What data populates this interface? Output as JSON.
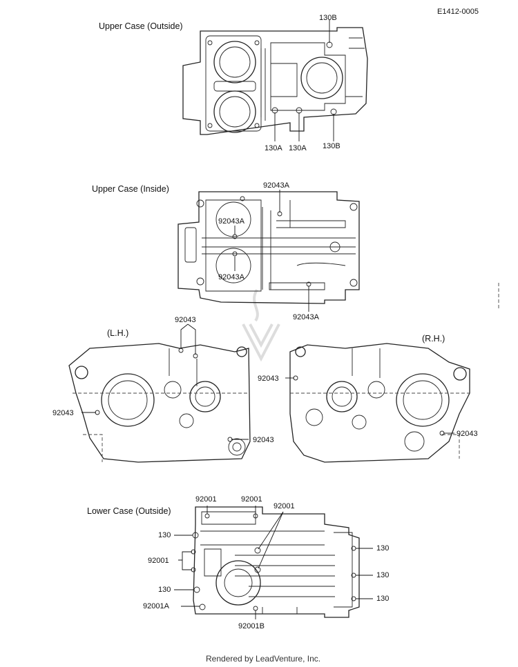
{
  "diagram_code": "E1412-0005",
  "sections": {
    "upper_outside": {
      "title": "Upper Case (Outside)"
    },
    "upper_inside": {
      "title": "Upper Case (Inside)"
    },
    "left_hand": {
      "title": "(L.H.)"
    },
    "right_hand": {
      "title": "(R.H.)"
    },
    "lower_outside": {
      "title": "Lower Case (Outside)"
    }
  },
  "callouts": {
    "uo_130b_top": "130B",
    "uo_130a_1": "130A",
    "uo_130a_2": "130A",
    "uo_130b_bottom": "130B",
    "ui_92043a_top": "92043A",
    "ui_92043a_mid1": "92043A",
    "ui_92043a_mid2": "92043A",
    "ui_92043a_bottom": "92043A",
    "lh_92043_top": "92043",
    "lh_92043_left": "92043",
    "lh_92043_bottom": "92043",
    "rh_92043_left": "92043",
    "rh_92043_right": "92043",
    "lo_92001_1": "92001",
    "lo_92001_2": "92001",
    "lo_92001_3": "92001",
    "lo_130_left_top": "130",
    "lo_92001_left": "92001",
    "lo_130_left_bottom": "130",
    "lo_92001a": "92001A",
    "lo_92001b": "92001B",
    "lo_130_right_1": "130",
    "lo_130_right_2": "130",
    "lo_130_right_3": "130"
  },
  "footer": "Rendered by LeadVenture, Inc."
}
